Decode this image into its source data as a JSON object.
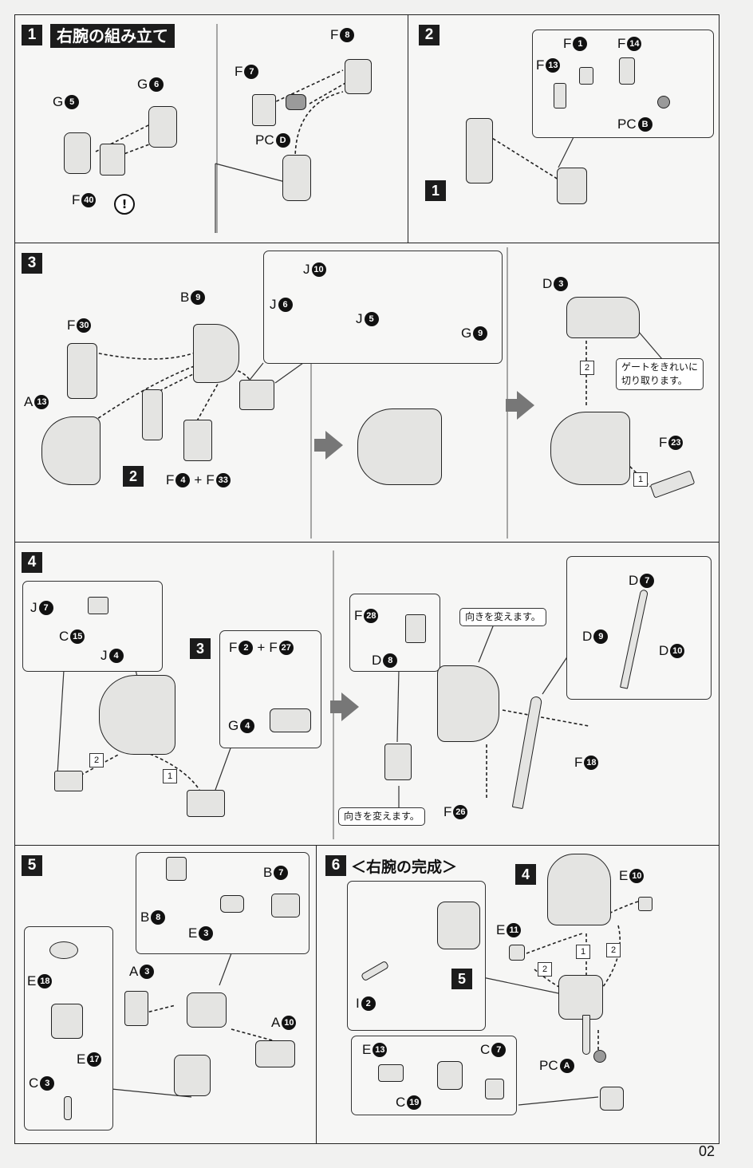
{
  "page_number": "02",
  "steps": {
    "s1": {
      "num": "1",
      "title": "右腕の組み立て"
    },
    "s2": {
      "num": "2"
    },
    "s3": {
      "num": "3"
    },
    "s4": {
      "num": "4"
    },
    "s5": {
      "num": "5"
    },
    "s6": {
      "num": "6",
      "title": "＜右腕の完成＞"
    }
  },
  "labels": {
    "s1_g5": {
      "letter": "G",
      "n": "5"
    },
    "s1_g6": {
      "letter": "G",
      "n": "6"
    },
    "s1_f40": {
      "letter": "F",
      "n": "40"
    },
    "s1_f7": {
      "letter": "F",
      "n": "7"
    },
    "s1_f8": {
      "letter": "F",
      "n": "8"
    },
    "s1_pcd": {
      "letter": "PC",
      "n": "D"
    },
    "s2_f1": {
      "letter": "F",
      "n": "1"
    },
    "s2_f14": {
      "letter": "F",
      "n": "14"
    },
    "s2_f13": {
      "letter": "F",
      "n": "13"
    },
    "s2_pcb": {
      "letter": "PC",
      "n": "B"
    },
    "s3_f30": {
      "letter": "F",
      "n": "30"
    },
    "s3_b9": {
      "letter": "B",
      "n": "9"
    },
    "s3_a13": {
      "letter": "A",
      "n": "13"
    },
    "s3_f4": {
      "letter": "F",
      "n": "4"
    },
    "s3_f33": {
      "letter": "F",
      "n": "33"
    },
    "s3_j10": {
      "letter": "J",
      "n": "10"
    },
    "s3_j6": {
      "letter": "J",
      "n": "6"
    },
    "s3_j5": {
      "letter": "J",
      "n": "5"
    },
    "s3_g9": {
      "letter": "G",
      "n": "9"
    },
    "s3_d3": {
      "letter": "D",
      "n": "3"
    },
    "s3_f23": {
      "letter": "F",
      "n": "23"
    },
    "s4_j7": {
      "letter": "J",
      "n": "7"
    },
    "s4_c15": {
      "letter": "C",
      "n": "15"
    },
    "s4_j4": {
      "letter": "J",
      "n": "4"
    },
    "s4_f2": {
      "letter": "F",
      "n": "2"
    },
    "s4_f27": {
      "letter": "F",
      "n": "27"
    },
    "s4_g4": {
      "letter": "G",
      "n": "4"
    },
    "s4_f28": {
      "letter": "F",
      "n": "28"
    },
    "s4_d8": {
      "letter": "D",
      "n": "8"
    },
    "s4_d7": {
      "letter": "D",
      "n": "7"
    },
    "s4_d9": {
      "letter": "D",
      "n": "9"
    },
    "s4_d10": {
      "letter": "D",
      "n": "10"
    },
    "s4_f18": {
      "letter": "F",
      "n": "18"
    },
    "s4_f26": {
      "letter": "F",
      "n": "26"
    },
    "s5_b7": {
      "letter": "B",
      "n": "7"
    },
    "s5_b8": {
      "letter": "B",
      "n": "8"
    },
    "s5_e3": {
      "letter": "E",
      "n": "3"
    },
    "s5_a3": {
      "letter": "A",
      "n": "3"
    },
    "s5_a10": {
      "letter": "A",
      "n": "10"
    },
    "s5_e18": {
      "letter": "E",
      "n": "18"
    },
    "s5_e17": {
      "letter": "E",
      "n": "17"
    },
    "s5_c3": {
      "letter": "C",
      "n": "3"
    },
    "s6_e10": {
      "letter": "E",
      "n": "10"
    },
    "s6_e11": {
      "letter": "E",
      "n": "11"
    },
    "s6_i2": {
      "letter": "I",
      "n": "2"
    },
    "s6_pca": {
      "letter": "PC",
      "n": "A"
    },
    "s6_e13": {
      "letter": "E",
      "n": "13"
    },
    "s6_c7": {
      "letter": "C",
      "n": "7"
    },
    "s6_c19": {
      "letter": "C",
      "n": "19"
    }
  },
  "refs": {
    "s2_ref1": "1",
    "s3_ref2": "2",
    "s4_ref3": "3",
    "s6_ref4": "4",
    "s6_ref5": "5"
  },
  "callouts": {
    "gate": "ゲートをきれいに\n切り取ります。",
    "turn_a": "向きを変えます。",
    "turn_b": "向きを変えます。"
  },
  "seq": {
    "s3_2": "2",
    "s3_1": "1",
    "s4_2": "2",
    "s4_1": "1",
    "s6_1": "1",
    "s6_2a": "2",
    "s6_2b": "2"
  },
  "warn": "!",
  "plus": "+"
}
